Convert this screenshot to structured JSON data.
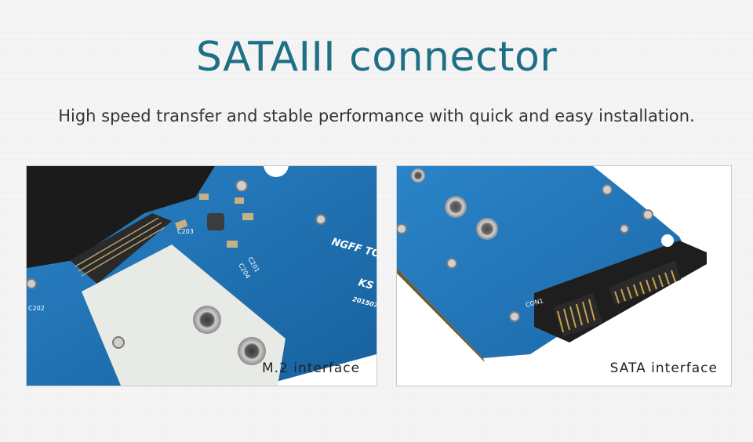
{
  "header": {
    "title": "SATAIII connector",
    "subtitle": "High speed transfer and stable performance with quick and easy installation."
  },
  "panels": {
    "m2": {
      "caption": "M.2 interface",
      "labels": {
        "board_text": "NGFF TO",
        "board_code": "KS",
        "board_date": "201507",
        "c203": "C203",
        "c201": "C201",
        "c204": "C204",
        "c202": "C202"
      }
    },
    "sata": {
      "caption": "SATA interface",
      "labels": {
        "con1": "CON1"
      }
    }
  },
  "colors": {
    "title": "#1f6f86",
    "pcb_blue": "#1f72b8",
    "pcb_dark": "#155a93",
    "label_area": "#e8eae6"
  }
}
